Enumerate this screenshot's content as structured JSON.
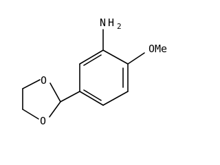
{
  "molecule": {
    "atoms": {
      "amine_n": "N",
      "amine_h": "H",
      "amine_h_count": "2",
      "methoxy": "OMe",
      "ring_o1": "O",
      "ring_o2": "O"
    }
  }
}
